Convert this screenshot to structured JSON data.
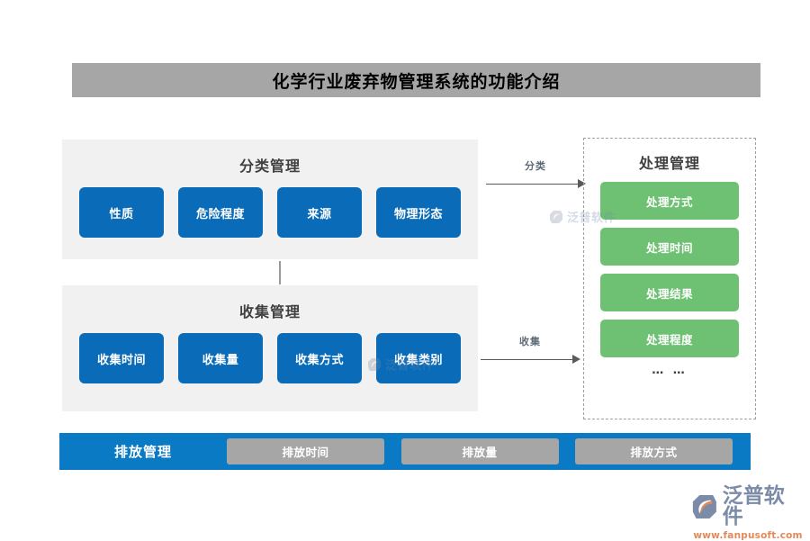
{
  "title": {
    "text": "化学行业废弃物管理系统的功能介绍",
    "bar_color": "#a6a6a6"
  },
  "colors": {
    "blue_chip": "#0a6cb8",
    "green_chip": "#6ec173",
    "grey_chip": "#a6a6a6",
    "bar_blue": "#0b7ac4",
    "panel_grey": "#f1f1f1",
    "dashed_border": "#9f9f9f"
  },
  "panels": {
    "classify": {
      "heading": "分类管理",
      "chips": [
        "性质",
        "危险程度",
        "来源",
        "物理形态"
      ]
    },
    "collect": {
      "heading": "收集管理",
      "chips": [
        "收集时间",
        "收集量",
        "收集方式",
        "收集类别"
      ]
    },
    "process": {
      "heading": "处理管理",
      "chips": [
        "处理方式",
        "处理时间",
        "处理结果",
        "处理程度"
      ],
      "ellipsis": "… …"
    }
  },
  "arrows": {
    "classify_label": "分类",
    "collect_label": "收集"
  },
  "bottom_bar": {
    "title": "排放管理",
    "chips": [
      "排放时间",
      "排放量",
      "排放方式"
    ]
  },
  "watermark": {
    "text": "泛普软件"
  },
  "brand": {
    "name": "泛普软件",
    "url": "www.fanpusoft.com"
  }
}
